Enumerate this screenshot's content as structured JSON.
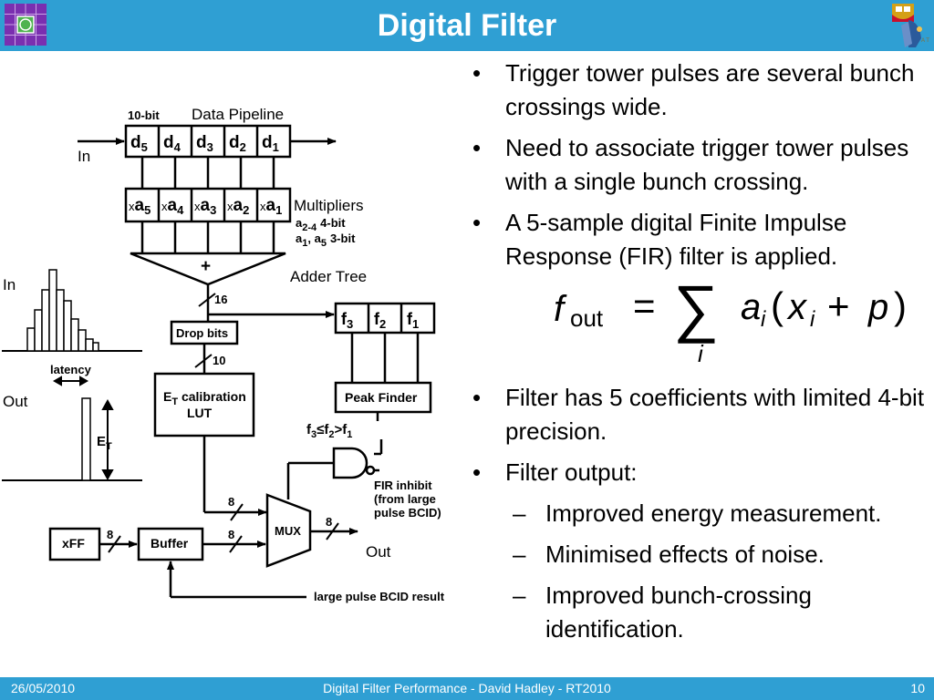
{
  "header": {
    "title": "Digital Filter"
  },
  "bullets": [
    "Trigger tower pulses are several bunch crossings wide.",
    "Need to associate trigger tower pulses with a single bunch crossing.",
    "A 5-sample digital Finite Impulse Response (FIR) filter is applied.",
    "Filter has 5 coefficients with limited 4-bit precision.",
    "Filter output:"
  ],
  "sub_bullets": [
    "Improved energy measurement.",
    "Minimised effects of noise.",
    "Improved bunch-crossing identification."
  ],
  "formula": {
    "lhs": "f",
    "lhs_sub": "out",
    "eq": "=",
    "sum": "∑",
    "sum_index": "i",
    "a": "a",
    "a_sub": "i",
    "paren_open": "(",
    "x": "x",
    "x_sub": "i",
    "plus": "+",
    "p": "p",
    "paren_close": ")"
  },
  "diagram": {
    "pipeline_width": "10-bit",
    "pipeline_label": "Data Pipeline",
    "in_label": "In",
    "d": [
      "5",
      "4",
      "3",
      "2",
      "1"
    ],
    "a": [
      "5",
      "4",
      "3",
      "2",
      "1"
    ],
    "multipliers_label": "Multipliers",
    "mult_note1": "a",
    "mult_note1_sub": "2-4",
    "mult_note1_rest": "4-bit",
    "mult_note2": "a",
    "mult_note2_sub1": "1",
    "mult_note2_mid": ", a",
    "mult_note2_sub2": "5",
    "mult_note2_rest": "3-bit",
    "adder_plus": "+",
    "adder_label": "Adder Tree",
    "bus_16": "16",
    "drop_bits": "Drop bits",
    "bus_10": "10",
    "et_calib_line1": "E",
    "et_calib_sub": "T",
    "et_calib_rest": " calibration",
    "et_calib_line2": "LUT",
    "f_labels": [
      "3",
      "2",
      "1"
    ],
    "peak_finder": "Peak Finder",
    "peak_cond_a": "f",
    "peak_cond_a_sub": "3",
    "peak_cond_le": "≤",
    "peak_cond_b": "f",
    "peak_cond_b_sub": "2",
    "peak_cond_gt": ">",
    "peak_cond_c": "f",
    "peak_cond_c_sub": "1",
    "fir_inhibit": [
      "FIR inhibit",
      "(from large",
      "pulse BCID)"
    ],
    "mux": "MUX",
    "bus_8_a": "8",
    "bus_8_b": "8",
    "bus_8_c": "8",
    "bus_8_d": "8",
    "xff": "xFF",
    "buffer": "Buffer",
    "out_label": "Out",
    "large_pulse": "large pulse BCID result",
    "side_in": "In",
    "latency": "latency",
    "side_out": "Out",
    "et_axis": "E",
    "et_axis_sub": "T"
  },
  "footer": {
    "date": "26/05/2010",
    "center": "Digital Filter Performance  - David Hadley - RT2010",
    "page": "10"
  }
}
